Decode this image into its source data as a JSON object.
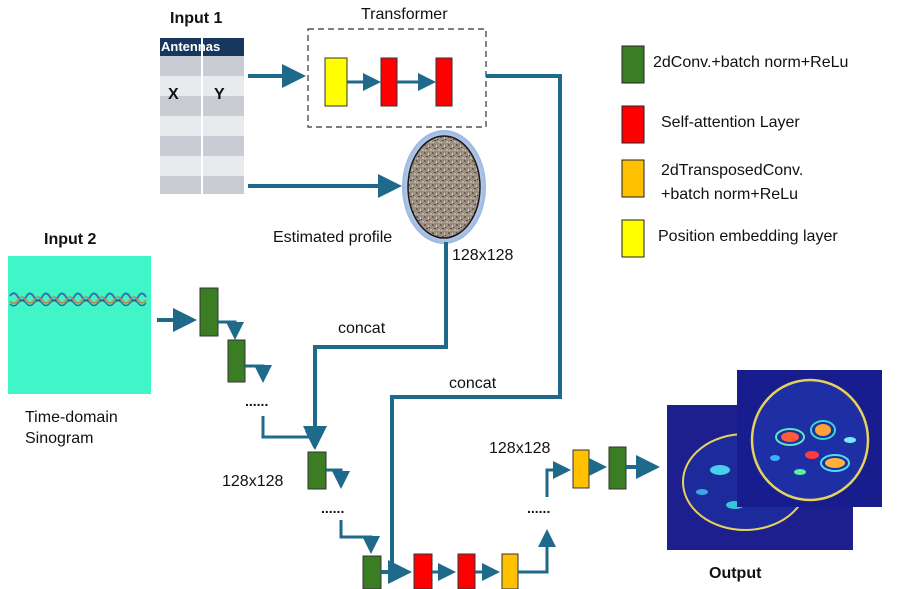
{
  "input1": {
    "title": "Input 1",
    "table_header": "Antennas",
    "col_x": "X",
    "col_y": "Y"
  },
  "transformer": {
    "label": "Transformer"
  },
  "estimated_profile": {
    "label": "Estimated profile",
    "size": "128x128"
  },
  "input2": {
    "title": "Input 2",
    "caption_line1": "Time-domain",
    "caption_line2": "Sinogram"
  },
  "labels": {
    "concat_left": "concat",
    "concat_right": "concat",
    "dots_1": "......",
    "dots_2": "......",
    "dots_3": "......",
    "size_encoder": "128x128",
    "size_decoder": "128x128"
  },
  "output": {
    "label": "Output"
  },
  "legend": [
    {
      "color": "#3a7d22",
      "label": "2dConv.+batch norm+ReLu"
    },
    {
      "color": "#ff0000",
      "label": "Self-attention Layer"
    },
    {
      "color": "#ffc000",
      "label": "2dTransposedConv.\n+batch norm+ReLu"
    },
    {
      "color": "#ffff00",
      "label": "Position embedding layer"
    }
  ],
  "colors": {
    "arrow": "#1f6a8a",
    "conv": "#3a7d22",
    "attention": "#ff0000",
    "transposed": "#ffc000",
    "position": "#ffff00",
    "sinogram_bg": "#40f5c8"
  }
}
